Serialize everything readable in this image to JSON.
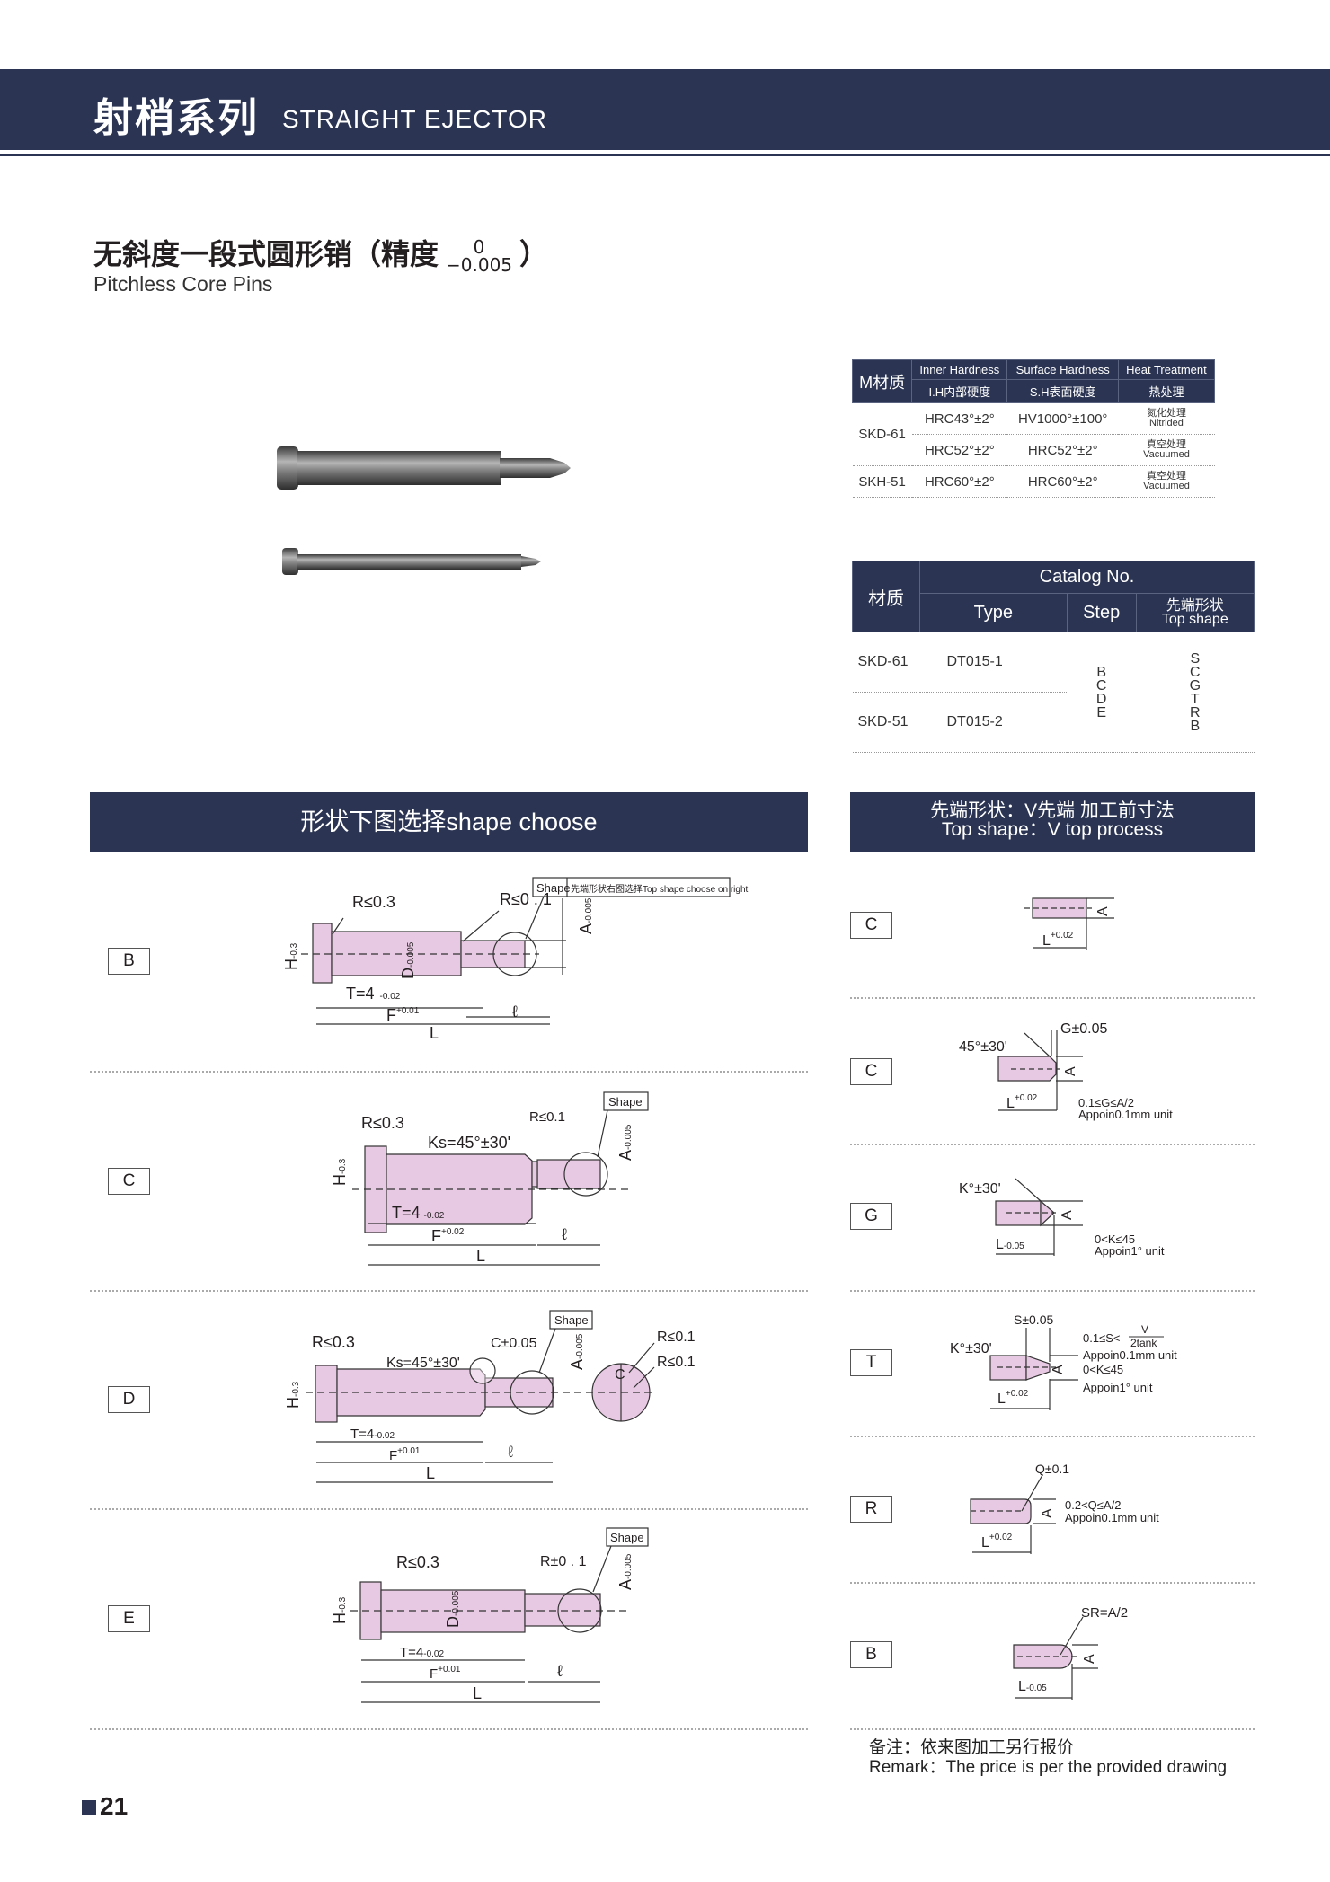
{
  "header": {
    "title_cn": "射梢系列",
    "title_en": "STRAIGHT EJECTOR"
  },
  "product": {
    "title": "无斜度一段式圆形销（精度",
    "tol_upper": "0",
    "tol_lower": "−0.005",
    "title_end": "）",
    "subtitle": "Pitchless Core Pins"
  },
  "material_table": {
    "headers": {
      "material": "M材质",
      "inner_en": "Inner Hardness",
      "surface_en": "Surface Hardness",
      "heat_en": "Heat Treatment",
      "inner_cn": "I.H内部硬度",
      "surface_cn": "S.H表面硬度",
      "heat_cn": "热处理"
    },
    "rows": [
      {
        "material": "SKD-61",
        "inner": "HRC43°±2°",
        "surface": "HV1000°±100°",
        "heat_cn": "氮化处理",
        "heat_en": "Nitrided"
      },
      {
        "material": "",
        "inner": "HRC52°±2°",
        "surface": "HRC52°±2°",
        "heat_cn": "真空处理",
        "heat_en": "Vacuumed"
      },
      {
        "material": "SKH-51",
        "inner": "HRC60°±2°",
        "surface": "HRC60°±2°",
        "heat_cn": "真空处理",
        "heat_en": "Vacuumed"
      }
    ]
  },
  "catalog_table": {
    "headers": {
      "material": "材质",
      "catalog": "Catalog No.",
      "type": "Type",
      "step": "Step",
      "top_cn": "先端形状",
      "top_en": "Top shape"
    },
    "rows": [
      {
        "material": "SKD-61",
        "type": "DT015-1"
      },
      {
        "material": "SKD-51",
        "type": "DT015-2"
      }
    ],
    "steps": [
      "B",
      "C",
      "D",
      "E"
    ],
    "top_shapes": [
      "S",
      "C",
      "G",
      "T",
      "R",
      "B"
    ]
  },
  "left_section": {
    "title": "形状下图选择shape choose",
    "labels": [
      "B",
      "C",
      "D",
      "E"
    ],
    "shape": "Shape",
    "shape_note": "先端形状右图选择Top shape choose on right",
    "r03": "R≤0.3",
    "r01": "R≤0 . 1",
    "r01b": "R≤0.1",
    "rpm01": "R±0 . 1",
    "ks": "Ks=45°±30'",
    "c005": "C±0.05",
    "c": "C",
    "h": "H",
    "h_tol": "-0.3",
    "zero": "0",
    "d": "D",
    "d_tol": "-0.005",
    "a": "A",
    "a_tol": "-0.005",
    "t": "T=4",
    "t_tol": "-0.02",
    "f": "F",
    "f_tol1": "+0.01",
    "f_tol2": "+0.02",
    "ell": "ℓ",
    "l": "L"
  },
  "right_section": {
    "title_cn": "先端形状：V先端 加工前寸法",
    "title_en": "Top shape：V top process",
    "labels": [
      "C",
      "C",
      "G",
      "T",
      "R",
      "B"
    ],
    "a": "A",
    "l": "L",
    "plus002": "+0.02",
    "minus005": "-0.05",
    "zero": "0",
    "angle45": "45°±30'",
    "g": "G±0.05",
    "g_note1": "0.1≤G≤A/2",
    "g_note2": "Appoin0.1mm unit",
    "k_angle": "K°±30'",
    "k_note1": "0<K≤45",
    "k_note2": "Appoin1°  unit",
    "s": "S±0.05",
    "s_note1": "0.1≤S<",
    "s_num": "V",
    "s_den": "2tank",
    "s_note2": "Appoin0.1mm  unit",
    "s_note3": "0<K≤45",
    "s_note4": "Appoin1°    unit",
    "q": "Q±0.1",
    "q_note1": "0.2<Q≤A/2",
    "q_note2": "Appoin0.1mm  unit",
    "sr": "SR=A/2"
  },
  "remark": {
    "cn": "备注：依来图加工另行报价",
    "en": "Remark：The price is per the provided drawing"
  },
  "page_number": "21",
  "colors": {
    "navy": "#2b3553",
    "pink": "#e8c9e3"
  }
}
